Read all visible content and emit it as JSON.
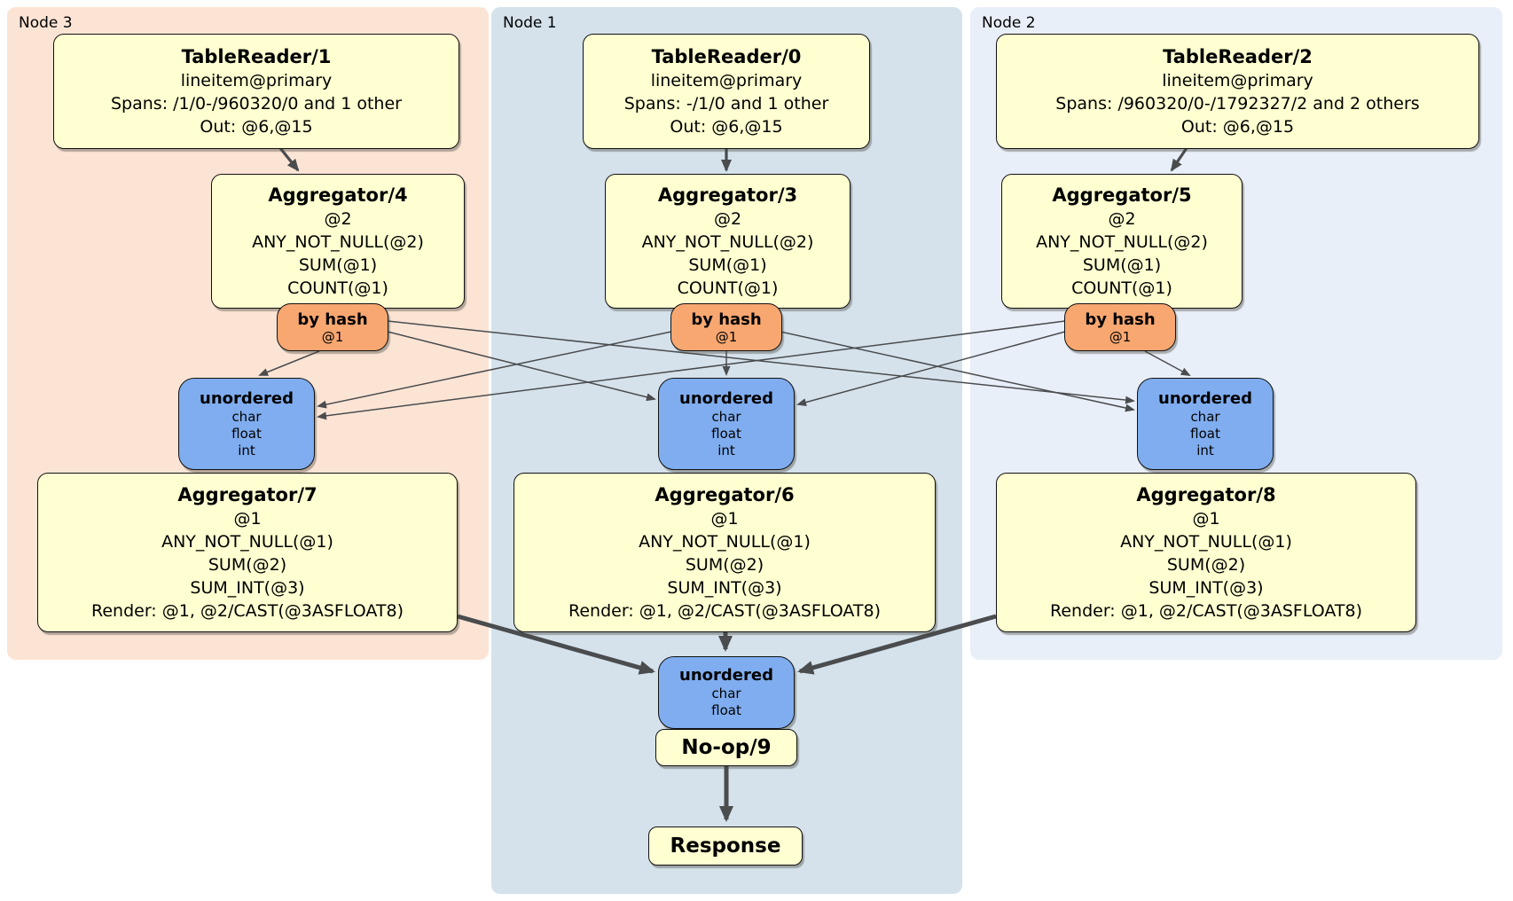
{
  "groups": [
    {
      "label": "Node 3",
      "bg": "#fce4d5"
    },
    {
      "label": "Node 1",
      "bg": "#d5e2ec"
    },
    {
      "label": "Node 2",
      "bg": "#e9eff9"
    }
  ],
  "processors": {
    "tr1": {
      "title": "TableReader/1",
      "lines": [
        "lineitem@primary",
        "Spans: /1/0-/960320/0 and 1 other",
        "Out: @6,@15"
      ]
    },
    "tr0": {
      "title": "TableReader/0",
      "lines": [
        "lineitem@primary",
        "Spans: -/1/0 and 1 other",
        "Out: @6,@15"
      ]
    },
    "tr2": {
      "title": "TableReader/2",
      "lines": [
        "lineitem@primary",
        "Spans: /960320/0-/1792327/2 and 2 others",
        "Out: @6,@15"
      ]
    },
    "agg4": {
      "title": "Aggregator/4",
      "lines": [
        "@2",
        "ANY_NOT_NULL(@2)",
        "SUM(@1)",
        "COUNT(@1)"
      ]
    },
    "agg3": {
      "title": "Aggregator/3",
      "lines": [
        "@2",
        "ANY_NOT_NULL(@2)",
        "SUM(@1)",
        "COUNT(@1)"
      ]
    },
    "agg5": {
      "title": "Aggregator/5",
      "lines": [
        "@2",
        "ANY_NOT_NULL(@2)",
        "SUM(@1)",
        "COUNT(@1)"
      ]
    },
    "agg7": {
      "title": "Aggregator/7",
      "lines": [
        "@1",
        "ANY_NOT_NULL(@1)",
        "SUM(@2)",
        "SUM_INT(@3)",
        "Render: @1, @2/CAST(@3ASFLOAT8)"
      ]
    },
    "agg6": {
      "title": "Aggregator/6",
      "lines": [
        "@1",
        "ANY_NOT_NULL(@1)",
        "SUM(@2)",
        "SUM_INT(@3)",
        "Render: @1, @2/CAST(@3ASFLOAT8)"
      ]
    },
    "agg8": {
      "title": "Aggregator/8",
      "lines": [
        "@1",
        "ANY_NOT_NULL(@1)",
        "SUM(@2)",
        "SUM_INT(@3)",
        "Render: @1, @2/CAST(@3ASFLOAT8)"
      ]
    },
    "noop": {
      "title": "No-op/9"
    },
    "response": {
      "title": "Response"
    }
  },
  "routers": {
    "r3": {
      "title": "by hash",
      "lines": [
        "@1"
      ]
    },
    "r1": {
      "title": "by hash",
      "lines": [
        "@1"
      ]
    },
    "r2": {
      "title": "by hash",
      "lines": [
        "@1"
      ]
    }
  },
  "syncs": {
    "u3": {
      "title": "unordered",
      "lines": [
        "char",
        "float",
        "int"
      ]
    },
    "u1": {
      "title": "unordered",
      "lines": [
        "char",
        "float",
        "int"
      ]
    },
    "u2": {
      "title": "unordered",
      "lines": [
        "char",
        "float",
        "int"
      ]
    },
    "uc": {
      "title": "unordered",
      "lines": [
        "char",
        "float"
      ]
    }
  },
  "colors": {
    "page_bg": "#ffffff",
    "processor_fill": "#ffffd1",
    "router_fill": "#f8a771",
    "sync_fill": "#7fadef",
    "box_border": "#111111",
    "edge_color": "#4a4c4e"
  }
}
